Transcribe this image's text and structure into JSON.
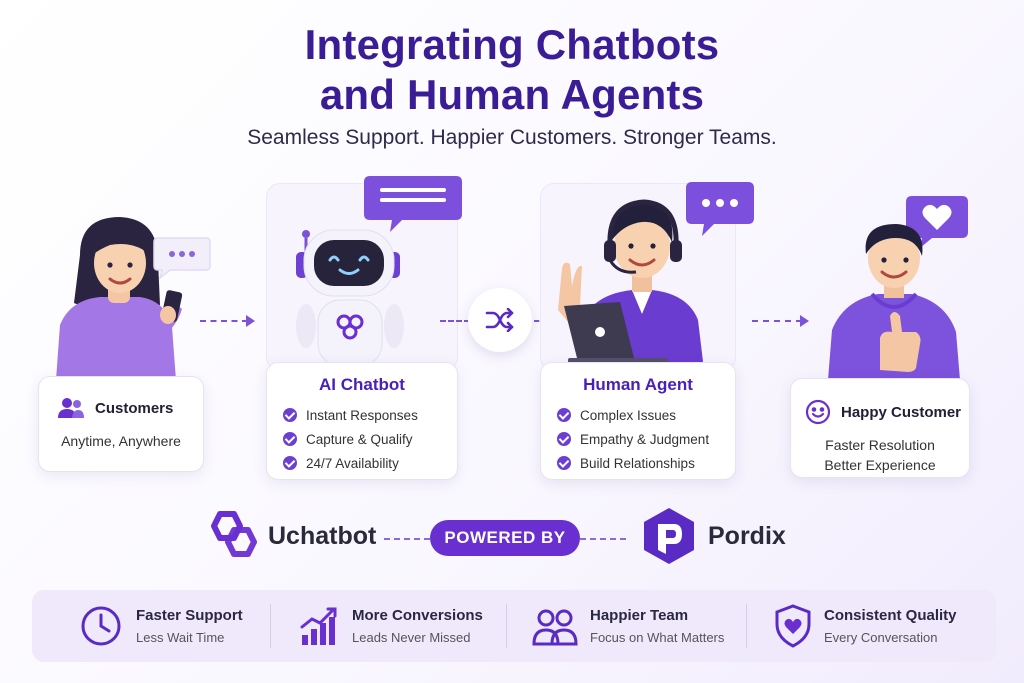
{
  "header": {
    "title_line1": "Integrating Chatbots",
    "title_line2": "and Human Agents",
    "subtitle": "Seamless Support. Happier Customers. Stronger Teams."
  },
  "flow": {
    "customers": {
      "title": "Customers",
      "subtitle": "Anytime, Anywhere"
    },
    "ai_chatbot": {
      "title": "AI Chatbot",
      "items": [
        "Instant Responses",
        "Capture & Qualify",
        "24/7 Availability"
      ]
    },
    "human_agent": {
      "title": "Human Agent",
      "items": [
        "Complex Issues",
        "Empathy & Judgment",
        "Build Relationships"
      ]
    },
    "happy_customer": {
      "title": "Happy Customer",
      "line1": "Faster Resolution",
      "line2": "Better Experience"
    }
  },
  "branding": {
    "left_brand": "Uchatbot",
    "badge": "POWERED BY",
    "right_brand": "Pordix"
  },
  "features": [
    {
      "title": "Faster Support",
      "subtitle": "Less Wait Time",
      "icon": "clock-icon"
    },
    {
      "title": "More Conversions",
      "subtitle": "Leads Never Missed",
      "icon": "growth-chart-icon"
    },
    {
      "title": "Happier Team",
      "subtitle": "Focus on What Matters",
      "icon": "team-icon"
    },
    {
      "title": "Consistent Quality",
      "subtitle": "Every Conversation",
      "icon": "shield-heart-icon"
    }
  ],
  "colors": {
    "primary": "#6a2fd1",
    "title": "#3a1d96",
    "accent_light": "#efe9fb"
  }
}
